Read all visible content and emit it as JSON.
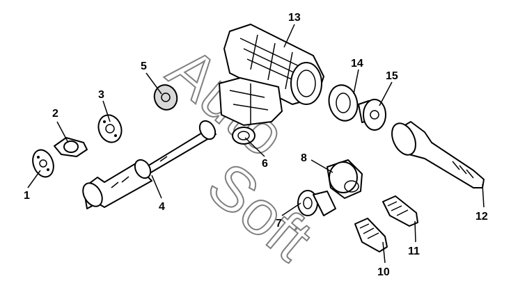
{
  "watermark": "AutoSoft",
  "callouts": [
    {
      "label": "1"
    },
    {
      "label": "2"
    },
    {
      "label": "3"
    },
    {
      "label": "4"
    },
    {
      "label": "5"
    },
    {
      "label": "6"
    },
    {
      "label": "7"
    },
    {
      "label": "8"
    },
    {
      "label": "10"
    },
    {
      "label": "11"
    },
    {
      "label": "12"
    },
    {
      "label": "13"
    },
    {
      "label": "14"
    },
    {
      "label": "15"
    }
  ]
}
